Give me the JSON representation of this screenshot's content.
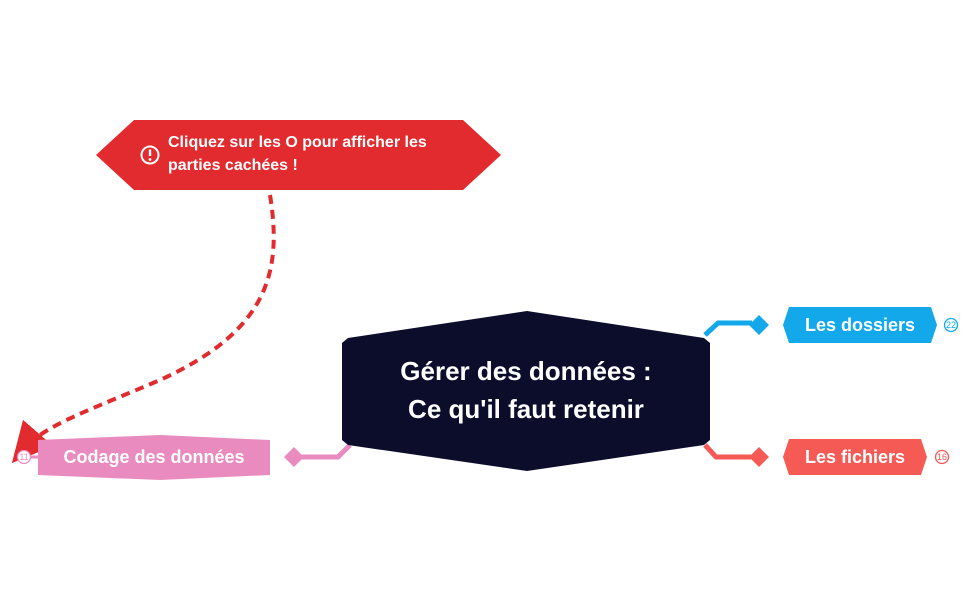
{
  "central_topic": {
    "line1": "Gérer des données :",
    "line2": "Ce qu'il faut retenir"
  },
  "callout": {
    "line1": "Cliquez sur les O pour afficher les",
    "line2": "parties cachées !",
    "icon": "exclamation-circle-icon"
  },
  "branches": [
    {
      "label": "Les dossiers",
      "count": "22",
      "color": "#12a8ea"
    },
    {
      "label": "Les fichiers",
      "count": "16",
      "color": "#f55a55"
    },
    {
      "label": "Codage des données",
      "count": "11",
      "color": "#e98bbf"
    }
  ],
  "colors": {
    "central": "#0b0d2b",
    "callout": "#e22b2e",
    "arrow": "#e22b2e"
  }
}
